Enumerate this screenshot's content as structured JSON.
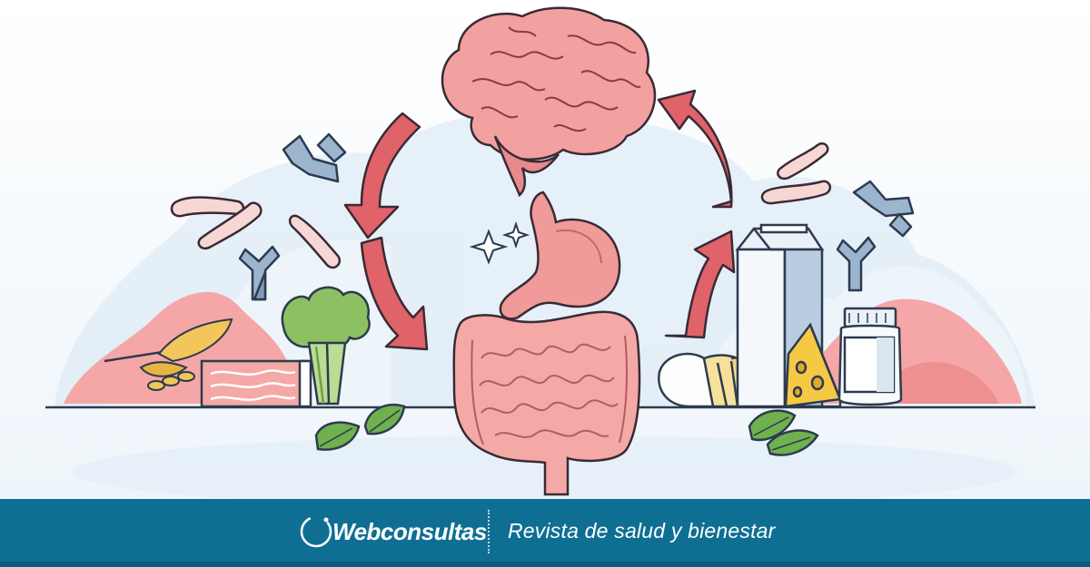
{
  "footer": {
    "brand_initial": "W",
    "brand_rest": "ebconsultas",
    "tagline": "Revista de salud y bienestar"
  },
  "icons": [
    "brain-icon",
    "stomach-icon",
    "intestines-icon",
    "cycle-arrow-icon",
    "sparkle-icon",
    "bacteria-icon",
    "antibody-icon",
    "wheat-icon",
    "salmon-icon",
    "celery-icon",
    "leaf-icon",
    "milk-carton-icon",
    "cheese-icon",
    "bread-icon",
    "jar-icon"
  ],
  "colors": {
    "footer_blue": "#0f6f93",
    "arrow_red": "#e0636a",
    "organ_pink": "#f2a1a0",
    "antibody_blue": "#9bb5cf",
    "leaf_green": "#6fb04f"
  }
}
